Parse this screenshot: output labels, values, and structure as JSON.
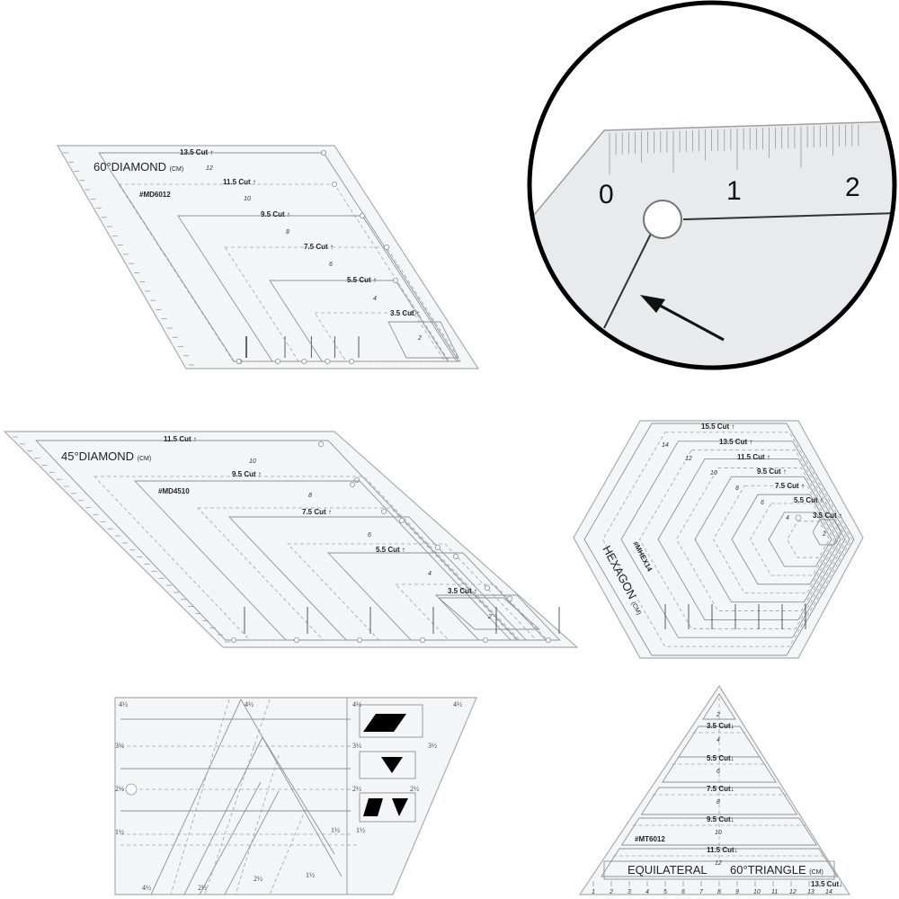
{
  "diamond60": {
    "title": "60°DIAMOND",
    "unit": "(CM)",
    "model": "#MD6012",
    "cut_labels": [
      "13.5 Cut ↑",
      "11.5 Cut ↑",
      "9.5 Cut ↑",
      "7.5 Cut ↑",
      "5.5 Cut ↑",
      "3.5 Cut ↑"
    ],
    "center_numbers": [
      "12",
      "10",
      "8",
      "6",
      "4",
      "2"
    ]
  },
  "diamond45": {
    "title": "45°DIAMOND",
    "unit": "(CM)",
    "model": "#MD4510",
    "cut_labels": [
      "11.5 Cut ↑",
      "9.5 Cut ↑",
      "7.5 Cut ↑",
      "5.5 Cut ↑",
      "3.5 Cut ↑"
    ],
    "center_numbers": [
      "10",
      "8",
      "6",
      "4",
      "2"
    ]
  },
  "hexagon": {
    "title": "HEXAGON",
    "unit": "(CM)",
    "model": "#MHEX14",
    "cut_labels": [
      "15.5 Cut ↑",
      "13.5 Cut ↑",
      "11.5 Cut ↑",
      "9.5 Cut ↑",
      "7.5 Cut ↑",
      "5.5 Cut ↑",
      "3.5 Cut ↑"
    ],
    "side_numbers": [
      "14",
      "12",
      "10",
      "8",
      "6",
      "4",
      "2"
    ]
  },
  "triangle": {
    "title": "EQUILATERAL",
    "title2": "60°TRIANGLE",
    "unit": "(CM)",
    "model": "#MT6012",
    "cut_labels": [
      "3.5 Cut↓",
      "5.5 Cut↓",
      "7.5 Cut↓",
      "9.5 Cut↓",
      "11.5 Cut↓",
      "13.5 Cut↓"
    ],
    "center_numbers": [
      "2",
      "4",
      "6",
      "8",
      "10",
      "12"
    ],
    "scale_numbers": [
      "1",
      "2",
      "3",
      "4",
      "5",
      "6",
      "7",
      "8",
      "9",
      "10",
      "11",
      "12",
      "13",
      "14"
    ]
  },
  "trapezoid": {
    "fractions": [
      "4½",
      "4½",
      "4½",
      "4½",
      "3½",
      "3½",
      "3½",
      "2½",
      "2½",
      "2½",
      "1½",
      "1½",
      "1½",
      "4½",
      "2½",
      "2½",
      "1½"
    ]
  },
  "zoom": {
    "ruler_numbers": [
      "0",
      "1",
      "2"
    ]
  },
  "colors": {
    "ruler_fill": "#f4f5f6",
    "line": "#8d9297",
    "ink": "#222222"
  }
}
